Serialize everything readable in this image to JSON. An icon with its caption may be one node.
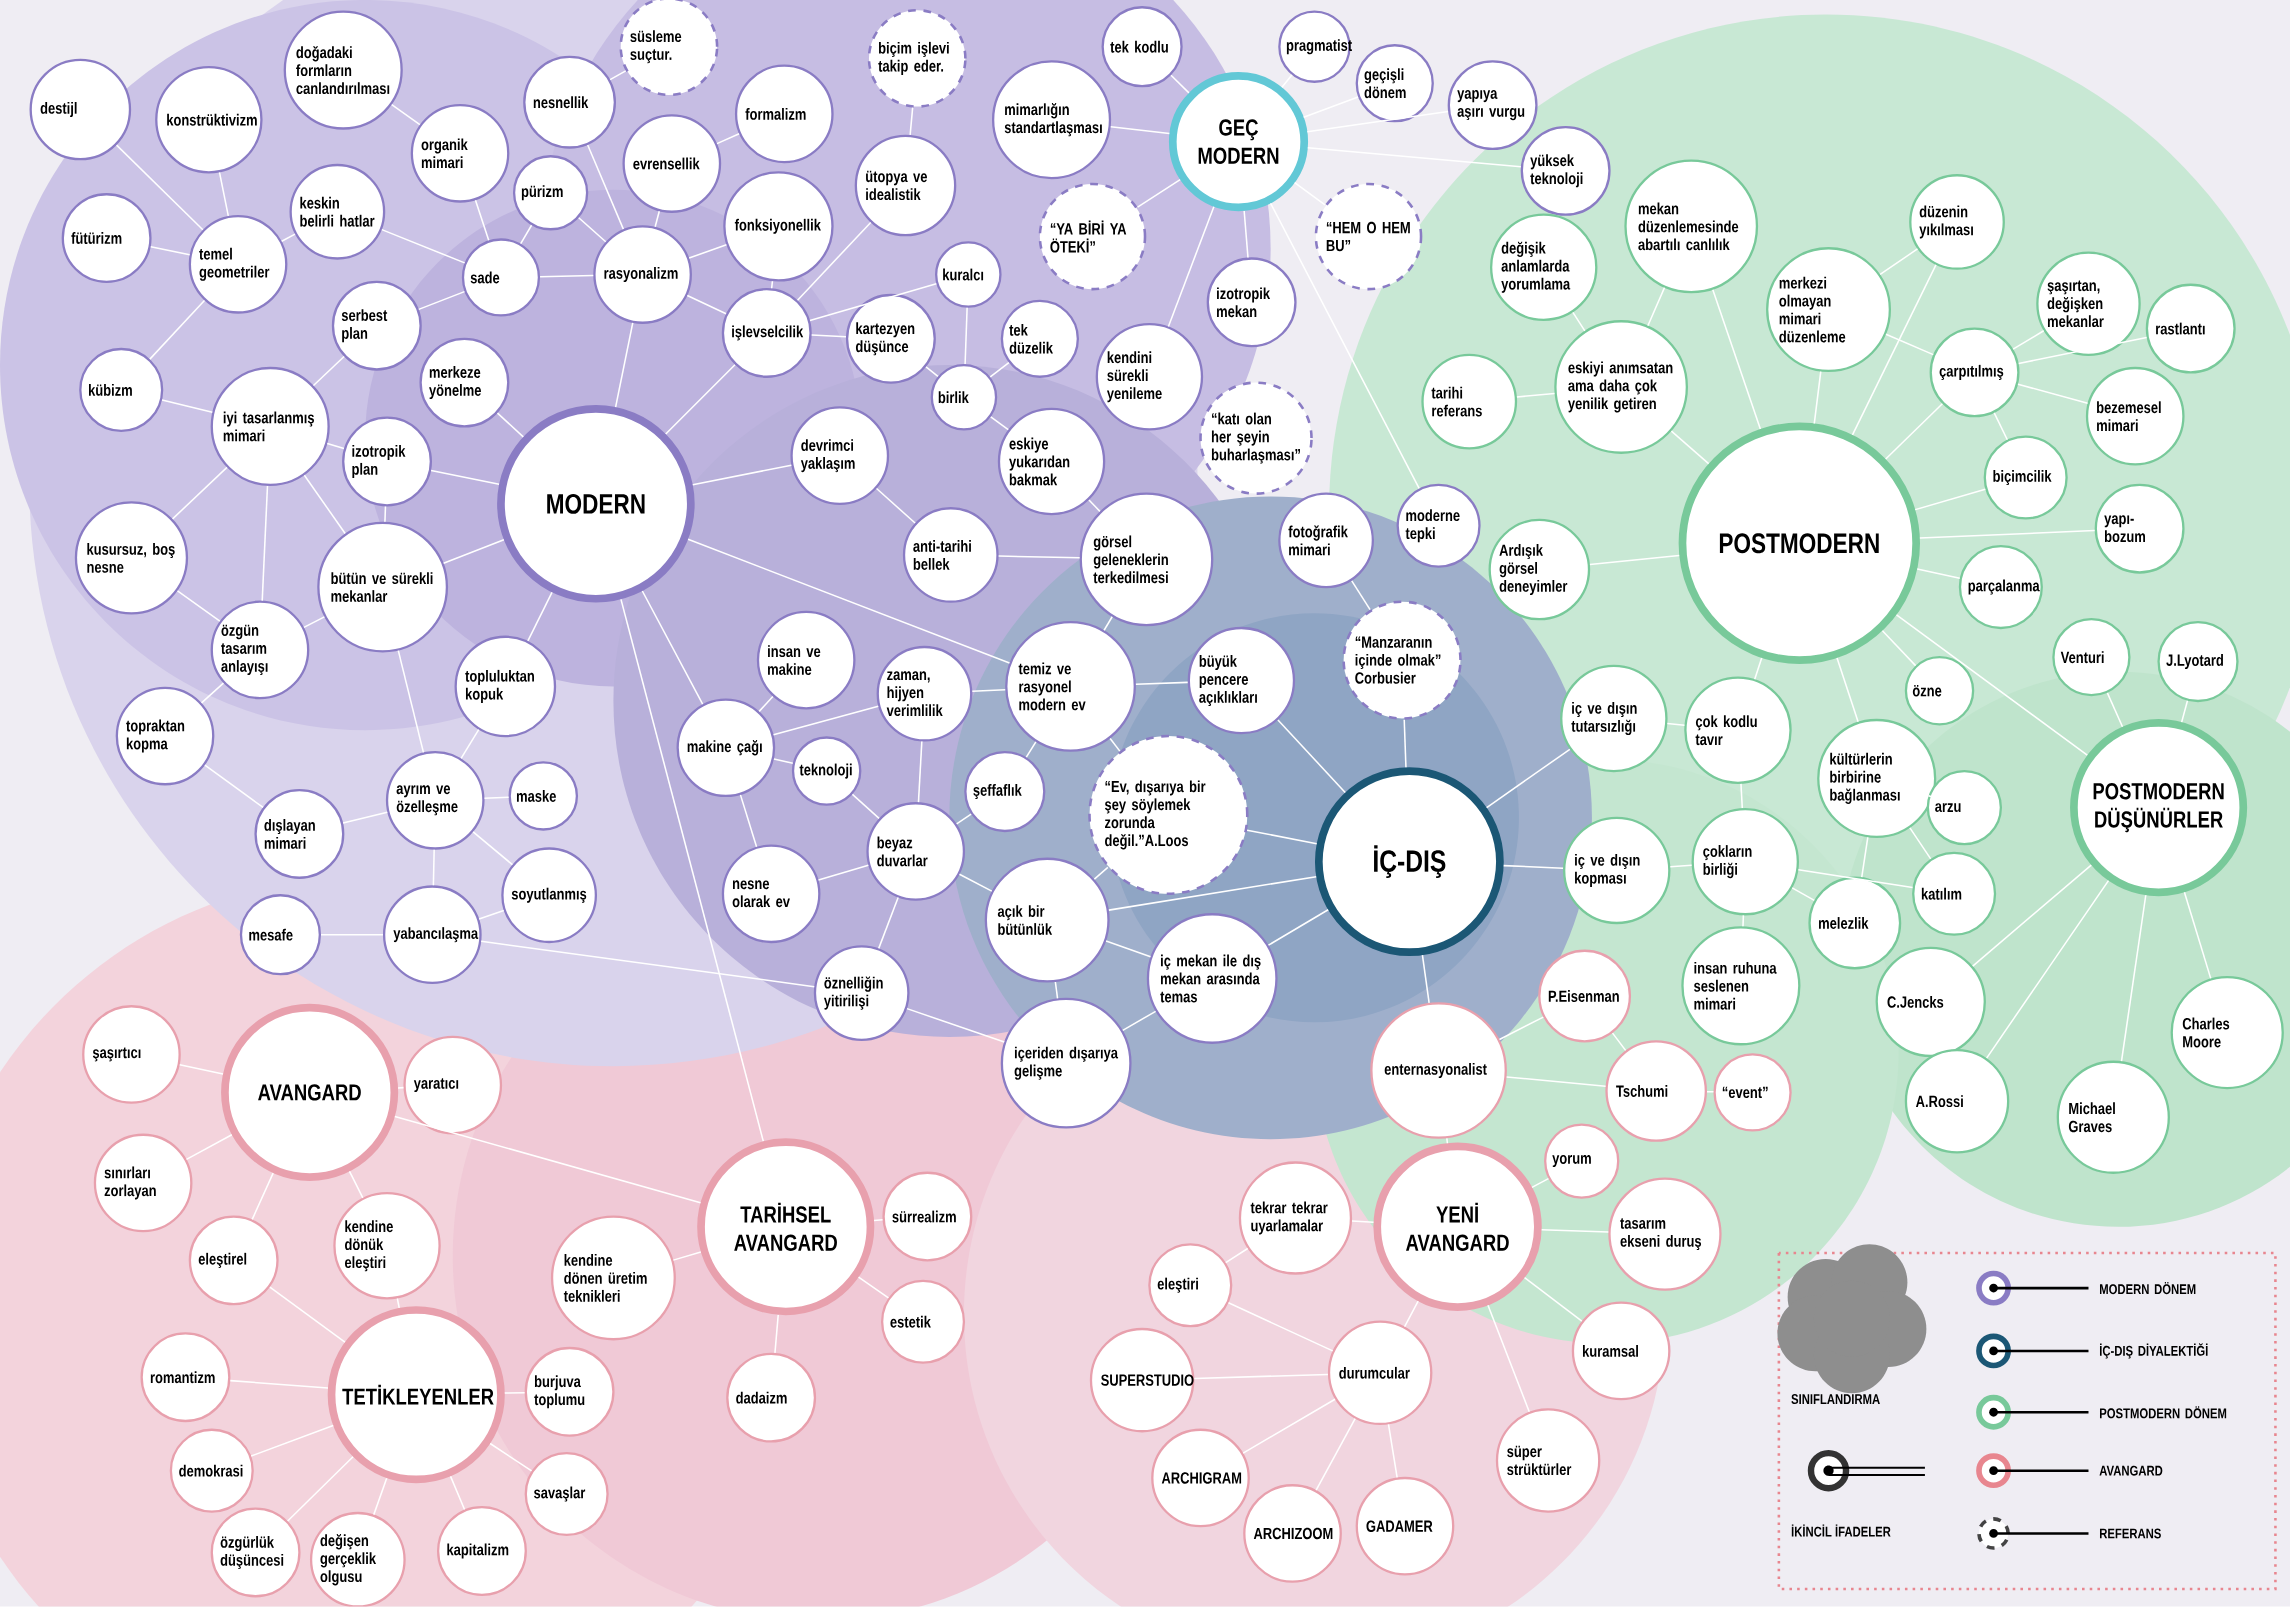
{
  "diagram": {
    "nodes": [
      {
        "text": [
          "MODERN"
        ]
      },
      {
        "text": [
          "POSTMODERN"
        ]
      },
      {
        "text": [
          "GEÇ MODERN"
        ]
      },
      {
        "text": [
          "İÇ-DIŞ"
        ]
      },
      {
        "text": [
          "POSTMODERN DÜŞÜNÜRLER"
        ]
      },
      {
        "text": [
          "AVANGARD"
        ]
      },
      {
        "text": [
          "TARİHSEL AVANGARD"
        ]
      },
      {
        "text": [
          "TETİKLEYENLER"
        ]
      },
      {
        "text": [
          "YENİ AVANGARD"
        ]
      },
      {
        "text": [
          "destijl"
        ]
      },
      {
        "text": [
          "konstrüktivizm"
        ]
      },
      {
        "text": [
          "doğadaki formların canlandırılması"
        ]
      },
      {
        "text": [
          "süsleme suçtur."
        ]
      },
      {
        "text": [
          "biçim işlevi takip eder."
        ]
      },
      {
        "text": [
          "tek kodlu"
        ]
      },
      {
        "text": [
          "pragmatist"
        ]
      },
      {
        "text": [
          "geçişli dönem"
        ]
      },
      {
        "text": [
          "yapıya aşırı vurgu"
        ]
      },
      {
        "text": [
          "yüksek teknoloji"
        ]
      },
      {
        "text": [
          "nesnellik"
        ]
      },
      {
        "text": [
          "organik mimari"
        ]
      },
      {
        "text": [
          "formalizm"
        ]
      },
      {
        "text": [
          "mimarlığın standartlaşması"
        ]
      },
      {
        "text": [
          "evrensellik"
        ]
      },
      {
        "text": [
          "ütopya ve idealistik"
        ]
      },
      {
        "text": [
          "pürizm"
        ]
      },
      {
        "text": [
          "fütürizm"
        ]
      },
      {
        "text": [
          "keskin belirli hatlar"
        ]
      },
      {
        "text": [
          "temel geometriler"
        ]
      },
      {
        "text": [
          "fonksiyonellik"
        ]
      },
      {
        "text": [
          "“YA BİRİ YA ÖTEKİ”"
        ]
      },
      {
        "text": [
          "“HEM O HEM BU”"
        ]
      },
      {
        "text": [
          "sade"
        ]
      },
      {
        "text": [
          "rasyonalizm"
        ]
      },
      {
        "text": [
          "kuralcı"
        ]
      },
      {
        "text": [
          "izotropik mekan"
        ]
      },
      {
        "text": [
          "serbest plan"
        ]
      },
      {
        "text": [
          "işlevselcilik"
        ]
      },
      {
        "text": [
          "kartezyen düşünce"
        ]
      },
      {
        "text": [
          "tek düzelik"
        ]
      },
      {
        "text": [
          "merkeze yönelme"
        ]
      },
      {
        "text": [
          "kübizm"
        ]
      },
      {
        "text": [
          "iyi tasarlanmış mimari"
        ]
      },
      {
        "text": [
          "birlik"
        ]
      },
      {
        "text": [
          "kendini sürekli yenileme"
        ]
      },
      {
        "text": [
          "izotropik plan"
        ]
      },
      {
        "text": [
          "devrimci yaklaşım"
        ]
      },
      {
        "text": [
          "eskiye yukarıdan bakmak"
        ]
      },
      {
        "text": [
          "“katı olan her şeyin buharlaşması”"
        ]
      },
      {
        "text": [
          "kusursuz, boş nesne"
        ]
      },
      {
        "text": [
          "bütün ve sürekli mekanlar"
        ]
      },
      {
        "text": [
          "anti-tarihi bellek"
        ]
      },
      {
        "text": [
          "görsel geleneklerin terkedilmesi"
        ]
      },
      {
        "text": [
          "fotoğrafik mimari"
        ]
      },
      {
        "text": [
          "moderne tepki"
        ]
      },
      {
        "text": [
          "özgün tasarım anlayışı"
        ]
      },
      {
        "text": [
          "insan ve makine"
        ]
      },
      {
        "text": [
          "topluluktan kopuk"
        ]
      },
      {
        "text": [
          "zaman, hijyen verimlilik"
        ]
      },
      {
        "text": [
          "temiz ve rasyonel modern ev"
        ]
      },
      {
        "text": [
          "büyük pencere açıklıkları"
        ]
      },
      {
        "text": [
          "“Manzaranın içinde olmak” Corbusier"
        ]
      },
      {
        "text": [
          "topraktan kopma"
        ]
      },
      {
        "text": [
          "makine çağı"
        ]
      },
      {
        "text": [
          "teknoloji"
        ]
      },
      {
        "text": [
          "şeffaflık"
        ]
      },
      {
        "text": [
          "ayrım ve özelleşme"
        ]
      },
      {
        "text": [
          "maske"
        ]
      },
      {
        "text": [
          "“Ev, dışarıya bir şey söylemek zorunda değil.”A.Loos"
        ]
      },
      {
        "text": [
          "dışlayan mimari"
        ]
      },
      {
        "text": [
          "beyaz duvarlar"
        ]
      },
      {
        "text": [
          "nesne olarak ev"
        ]
      },
      {
        "text": [
          "soyutlanmış"
        ]
      },
      {
        "text": [
          "açık bir bütünlük"
        ]
      },
      {
        "text": [
          "mesafe"
        ]
      },
      {
        "text": [
          "yabancılaşma"
        ]
      },
      {
        "text": [
          "iç mekan ile dış mekan arasında temas"
        ]
      },
      {
        "text": [
          "öznelliğin yitirilişi"
        ]
      },
      {
        "text": [
          "içeriden dışarıya gelişme"
        ]
      },
      {
        "text": [
          "değişik anlamlarda yorumlama"
        ]
      },
      {
        "text": [
          "mekan düzenlemesinde abartılı canlılık"
        ]
      },
      {
        "text": [
          "düzenin yıkılması"
        ]
      },
      {
        "text": [
          "merkezi olmayan mimari düzenleme"
        ]
      },
      {
        "text": [
          "şaşırtan, değişken mekanlar"
        ]
      },
      {
        "text": [
          "rastlantı"
        ]
      },
      {
        "text": [
          "tarihi referans"
        ]
      },
      {
        "text": [
          "eskiyi anımsatan ama daha çok yenilik getiren"
        ]
      },
      {
        "text": [
          "çarpıtılmış"
        ]
      },
      {
        "text": [
          "bezemesel mimari"
        ]
      },
      {
        "text": [
          "biçimcilik"
        ]
      },
      {
        "text": [
          "yapı-bozum"
        ]
      },
      {
        "text": [
          "Ardışık görsel deneyimler"
        ]
      },
      {
        "text": [
          "parçalanma"
        ]
      },
      {
        "text": [
          "Venturi"
        ]
      },
      {
        "text": [
          "J.Lyotard"
        ]
      },
      {
        "text": [
          "özne"
        ]
      },
      {
        "text": [
          "iç ve dışın tutarsızlığı"
        ]
      },
      {
        "text": [
          "çok kodlu tavır"
        ]
      },
      {
        "text": [
          "kültürlerin birbirine bağlanması"
        ]
      },
      {
        "text": [
          "arzu"
        ]
      },
      {
        "text": [
          "iç ve dışın kopması"
        ]
      },
      {
        "text": [
          "çokların birliği"
        ]
      },
      {
        "text": [
          "katılım"
        ]
      },
      {
        "text": [
          "melezlik"
        ]
      },
      {
        "text": [
          "P.Eisenman"
        ]
      },
      {
        "text": [
          "insan ruhuna seslenen mimari"
        ]
      },
      {
        "text": [
          "C.Jencks"
        ]
      },
      {
        "text": [
          "Charles Moore"
        ]
      },
      {
        "text": [
          "enternasyonalist"
        ]
      },
      {
        "text": [
          "Tschumi"
        ]
      },
      {
        "text": [
          "“event”"
        ]
      },
      {
        "text": [
          "A.Rossi"
        ]
      },
      {
        "text": [
          "Michael Graves"
        ]
      },
      {
        "text": [
          "yorum"
        ]
      },
      {
        "text": [
          "tasarım ekseni duruş"
        ]
      },
      {
        "text": [
          "tekrar tekrar uyarlamalar"
        ]
      },
      {
        "text": [
          "eleştiri"
        ]
      },
      {
        "text": [
          "kuramsal"
        ]
      },
      {
        "text": [
          "SUPERSTUDIO"
        ]
      },
      {
        "text": [
          "durumcular"
        ]
      },
      {
        "text": [
          "süper strüktürler"
        ]
      },
      {
        "text": [
          "ARCHIGRAM"
        ]
      },
      {
        "text": [
          "ARCHIZOOM"
        ]
      },
      {
        "text": [
          "GADAMER"
        ]
      },
      {
        "text": [
          "şaşırtıcı"
        ]
      },
      {
        "text": [
          "yaratıcı"
        ]
      },
      {
        "text": [
          "sınırları zorlayan"
        ]
      },
      {
        "text": [
          "kendine dönük eleştiri"
        ]
      },
      {
        "text": [
          "eleştirel"
        ]
      },
      {
        "text": [
          "sürrealizm"
        ]
      },
      {
        "text": [
          "kendine dönen üretim teknikleri"
        ]
      },
      {
        "text": [
          "estetik"
        ]
      },
      {
        "text": [
          "romantizm"
        ]
      },
      {
        "text": [
          "burjuva toplumu"
        ]
      },
      {
        "text": [
          "dadaizm"
        ]
      },
      {
        "text": [
          "demokrasi"
        ]
      },
      {
        "text": [
          "savaşlar"
        ]
      },
      {
        "text": [
          "kapitalizm"
        ]
      },
      {
        "text": [
          "özgürlük düşüncesi"
        ]
      },
      {
        "text": [
          "değişen gerçeklik olgusu"
        ]
      }
    ],
    "edges": [
      {
        "from": 0,
        "to": 33,
        "arrow": "none"
      },
      {
        "from": 0,
        "to": 40,
        "arrow": "none"
      },
      {
        "from": 0,
        "to": 45,
        "arrow": "none"
      },
      {
        "from": 0,
        "to": 50,
        "arrow": "none"
      },
      {
        "from": 0,
        "to": 57,
        "arrow": "none"
      },
      {
        "from": 0,
        "to": 63,
        "arrow": "none"
      },
      {
        "from": 0,
        "to": 59,
        "arrow": "none"
      },
      {
        "from": 0,
        "to": 37,
        "arrow": "none"
      },
      {
        "from": 0,
        "to": 46,
        "arrow": "none"
      },
      {
        "from": 0,
        "to": 6,
        "arrow": "none"
      },
      {
        "from": 59,
        "to": 68,
        "arrow": "none"
      },
      {
        "from": 3,
        "to": 68,
        "arrow": "none"
      },
      {
        "from": 3,
        "to": 60,
        "arrow": "none"
      },
      {
        "from": 3,
        "to": 61,
        "arrow": "none"
      },
      {
        "from": 3,
        "to": 73,
        "arrow": "none"
      },
      {
        "from": 3,
        "to": 76,
        "arrow": "none"
      },
      {
        "from": 76,
        "to": 78,
        "arrow": "none"
      },
      {
        "from": 3,
        "to": 96,
        "arrow": "none"
      },
      {
        "from": 3,
        "to": 100,
        "arrow": "none"
      },
      {
        "from": 3,
        "to": 108,
        "arrow": "none"
      },
      {
        "from": 61,
        "to": 53,
        "arrow": "none"
      },
      {
        "from": 1,
        "to": 82,
        "arrow": "none"
      },
      {
        "from": 1,
        "to": 87,
        "arrow": "none"
      },
      {
        "from": 1,
        "to": 89,
        "arrow": "none"
      },
      {
        "from": 1,
        "to": 92,
        "arrow": "none"
      },
      {
        "from": 1,
        "to": 90,
        "arrow": "none"
      },
      {
        "from": 1,
        "to": 86,
        "arrow": "none"
      },
      {
        "from": 1,
        "to": 91,
        "arrow": "none"
      },
      {
        "from": 1,
        "to": 97,
        "arrow": "none"
      },
      {
        "from": 1,
        "to": 98,
        "arrow": "none"
      },
      {
        "from": 98,
        "to": 103,
        "arrow": "none"
      },
      {
        "from": 1,
        "to": 4,
        "arrow": "none"
      },
      {
        "from": 1,
        "to": 80,
        "arrow": "none"
      },
      {
        "from": 1,
        "to": 81,
        "arrow": "none"
      },
      {
        "from": 1,
        "to": 95,
        "arrow": "none"
      },
      {
        "from": 4,
        "to": 93,
        "arrow": "none"
      },
      {
        "from": 4,
        "to": 94,
        "arrow": "none"
      },
      {
        "from": 4,
        "to": 106,
        "arrow": "none"
      },
      {
        "from": 4,
        "to": 107,
        "arrow": "none"
      },
      {
        "from": 4,
        "to": 111,
        "arrow": "none"
      },
      {
        "from": 4,
        "to": 112,
        "arrow": "none"
      },
      {
        "from": 104,
        "to": 108,
        "arrow": "none"
      },
      {
        "from": 104,
        "to": 109,
        "arrow": "none"
      },
      {
        "from": 2,
        "to": 14,
        "arrow": "none"
      },
      {
        "from": 2,
        "to": 15,
        "arrow": "none"
      },
      {
        "from": 2,
        "to": 16,
        "arrow": "none"
      },
      {
        "from": 2,
        "to": 17,
        "arrow": "none"
      },
      {
        "from": 2,
        "to": 18,
        "arrow": "none"
      },
      {
        "from": 2,
        "to": 22,
        "arrow": "none"
      },
      {
        "from": 2,
        "to": 35,
        "arrow": "none"
      },
      {
        "from": 2,
        "to": 44,
        "arrow": "none"
      },
      {
        "from": 2,
        "to": 31,
        "arrow": "none"
      },
      {
        "from": 2,
        "to": 54,
        "arrow": "none"
      },
      {
        "from": 2,
        "to": 30,
        "arrow": "none"
      },
      {
        "from": 8,
        "to": 108,
        "arrow": "none"
      },
      {
        "from": 8,
        "to": 113,
        "arrow": "none"
      },
      {
        "from": 8,
        "to": 114,
        "arrow": "none"
      },
      {
        "from": 8,
        "to": 117,
        "arrow": "none"
      },
      {
        "from": 8,
        "to": 120,
        "arrow": "none"
      },
      {
        "from": 8,
        "to": 119,
        "arrow": "none"
      },
      {
        "from": 8,
        "to": 115,
        "arrow": "none"
      },
      {
        "from": 115,
        "to": 116,
        "arrow": "none"
      },
      {
        "from": 119,
        "to": 118,
        "arrow": "none"
      },
      {
        "from": 119,
        "to": 121,
        "arrow": "none"
      },
      {
        "from": 119,
        "to": 122,
        "arrow": "none"
      },
      {
        "from": 119,
        "to": 123,
        "arrow": "none"
      },
      {
        "from": 119,
        "to": 116,
        "arrow": "none"
      },
      {
        "from": 109,
        "to": 110,
        "arrow": "none"
      },
      {
        "from": 109,
        "to": 108,
        "arrow": "none"
      },
      {
        "from": 5,
        "to": 124,
        "arrow": "none"
      },
      {
        "from": 5,
        "to": 125,
        "arrow": "none"
      },
      {
        "from": 5,
        "to": 126,
        "arrow": "none"
      },
      {
        "from": 5,
        "to": 128,
        "arrow": "none"
      },
      {
        "from": 5,
        "to": 127,
        "arrow": "none"
      },
      {
        "from": 5,
        "to": 6,
        "arrow": "none"
      },
      {
        "from": 6,
        "to": 129,
        "arrow": "none"
      },
      {
        "from": 6,
        "to": 131,
        "arrow": "none"
      },
      {
        "from": 6,
        "to": 134,
        "arrow": "none"
      },
      {
        "from": 6,
        "to": 130,
        "arrow": "none"
      },
      {
        "from": 7,
        "to": 132,
        "arrow": "none"
      },
      {
        "from": 7,
        "to": 133,
        "arrow": "none"
      },
      {
        "from": 7,
        "to": 135,
        "arrow": "none"
      },
      {
        "from": 7,
        "to": 136,
        "arrow": "none"
      },
      {
        "from": 7,
        "to": 137,
        "arrow": "none"
      },
      {
        "from": 7,
        "to": 138,
        "arrow": "none"
      },
      {
        "from": 7,
        "to": 139,
        "arrow": "none"
      },
      {
        "from": 7,
        "to": 128,
        "arrow": "none"
      },
      {
        "from": 7,
        "to": 127,
        "arrow": "none"
      },
      {
        "from": 28,
        "to": 9,
        "arrow": "none"
      },
      {
        "from": 28,
        "to": 10,
        "arrow": "none"
      },
      {
        "from": 28,
        "to": 26,
        "arrow": "none"
      },
      {
        "from": 28,
        "to": 41,
        "arrow": "none"
      },
      {
        "from": 28,
        "to": 27,
        "arrow": "none"
      },
      {
        "from": 20,
        "to": 11,
        "arrow": "none"
      },
      {
        "from": 33,
        "to": 32,
        "arrow": "none"
      },
      {
        "from": 33,
        "to": 25,
        "arrow": "none"
      },
      {
        "from": 33,
        "to": 19,
        "arrow": "none"
      },
      {
        "from": 33,
        "to": 23,
        "arrow": "none"
      },
      {
        "from": 33,
        "to": 29,
        "arrow": "none"
      },
      {
        "from": 33,
        "to": 37,
        "arrow": "none"
      },
      {
        "from": 23,
        "to": 21,
        "arrow": "none"
      },
      {
        "from": 19,
        "to": 12,
        "arrow": "none"
      },
      {
        "from": 37,
        "to": 29,
        "arrow": "none"
      },
      {
        "from": 24,
        "to": 13,
        "arrow": "none"
      },
      {
        "from": 37,
        "to": 38,
        "arrow": "none"
      },
      {
        "from": 37,
        "to": 34,
        "arrow": "none"
      },
      {
        "from": 37,
        "to": 24,
        "arrow": "none"
      },
      {
        "from": 43,
        "to": 38,
        "arrow": "none"
      },
      {
        "from": 43,
        "to": 39,
        "arrow": "none"
      },
      {
        "from": 43,
        "to": 34,
        "arrow": "none"
      },
      {
        "from": 43,
        "to": 47,
        "arrow": "none"
      },
      {
        "from": 32,
        "to": 36,
        "arrow": "none"
      },
      {
        "from": 32,
        "to": 25,
        "arrow": "none"
      },
      {
        "from": 32,
        "to": 20,
        "arrow": "none"
      },
      {
        "from": 32,
        "to": 27,
        "arrow": "none"
      },
      {
        "from": 42,
        "to": 41,
        "arrow": "none"
      },
      {
        "from": 42,
        "to": 49,
        "arrow": "none"
      },
      {
        "from": 42,
        "to": 50,
        "arrow": "none"
      },
      {
        "from": 42,
        "to": 55,
        "arrow": "none"
      },
      {
        "from": 42,
        "to": 45,
        "arrow": "none"
      },
      {
        "from": 42,
        "to": 36,
        "arrow": "none"
      },
      {
        "from": 50,
        "to": 45,
        "arrow": "none"
      },
      {
        "from": 50,
        "to": 55,
        "arrow": "none"
      },
      {
        "from": 50,
        "to": 66,
        "arrow": "none"
      },
      {
        "from": 66,
        "to": 69,
        "arrow": "none"
      },
      {
        "from": 66,
        "to": 75,
        "arrow": "none"
      },
      {
        "from": 66,
        "to": 57,
        "arrow": "none"
      },
      {
        "from": 66,
        "to": 67,
        "arrow": "none"
      },
      {
        "from": 66,
        "to": 72,
        "arrow": "none"
      },
      {
        "from": 75,
        "to": 72,
        "arrow": "none"
      },
      {
        "from": 75,
        "to": 74,
        "arrow": "none"
      },
      {
        "from": 75,
        "to": 77,
        "arrow": "none"
      },
      {
        "from": 55,
        "to": 62,
        "arrow": "none"
      },
      {
        "from": 55,
        "to": 49,
        "arrow": "none"
      },
      {
        "from": 62,
        "to": 69,
        "arrow": "none"
      },
      {
        "from": 63,
        "to": 56,
        "arrow": "none"
      },
      {
        "from": 63,
        "to": 64,
        "arrow": "none"
      },
      {
        "from": 63,
        "to": 71,
        "arrow": "none"
      },
      {
        "from": 63,
        "to": 58,
        "arrow": "none"
      },
      {
        "from": 70,
        "to": 65,
        "arrow": "none"
      },
      {
        "from": 70,
        "to": 58,
        "arrow": "none"
      },
      {
        "from": 70,
        "to": 71,
        "arrow": "none"
      },
      {
        "from": 70,
        "to": 73,
        "arrow": "none"
      },
      {
        "from": 70,
        "to": 77,
        "arrow": "none"
      },
      {
        "from": 70,
        "to": 64,
        "arrow": "none"
      },
      {
        "from": 59,
        "to": 58,
        "arrow": "none"
      },
      {
        "from": 59,
        "to": 65,
        "arrow": "none"
      },
      {
        "from": 59,
        "to": 52,
        "arrow": "none"
      },
      {
        "from": 59,
        "to": 60,
        "arrow": "none"
      },
      {
        "from": 52,
        "to": 51,
        "arrow": "none"
      },
      {
        "from": 52,
        "to": 47,
        "arrow": "none"
      },
      {
        "from": 46,
        "to": 51,
        "arrow": "none"
      },
      {
        "from": 73,
        "to": 76,
        "arrow": "none"
      },
      {
        "from": 73,
        "to": 78,
        "arrow": "none"
      },
      {
        "from": 73,
        "to": 68,
        "arrow": "none"
      },
      {
        "from": 77,
        "to": 78,
        "arrow": "none"
      },
      {
        "from": 86,
        "to": 85,
        "arrow": "none"
      },
      {
        "from": 86,
        "to": 79,
        "arrow": "none"
      },
      {
        "from": 86,
        "to": 80,
        "arrow": "none"
      },
      {
        "from": 82,
        "to": 81,
        "arrow": "none"
      },
      {
        "from": 82,
        "to": 87,
        "arrow": "none"
      },
      {
        "from": 87,
        "to": 83,
        "arrow": "none"
      },
      {
        "from": 87,
        "to": 84,
        "arrow": "none"
      },
      {
        "from": 87,
        "to": 88,
        "arrow": "none"
      },
      {
        "from": 87,
        "to": 89,
        "arrow": "none"
      },
      {
        "from": 97,
        "to": 96,
        "arrow": "none"
      },
      {
        "from": 97,
        "to": 101,
        "arrow": "none"
      },
      {
        "from": 101,
        "to": 105,
        "arrow": "none"
      },
      {
        "from": 101,
        "to": 102,
        "arrow": "none"
      },
      {
        "from": 101,
        "to": 103,
        "arrow": "none"
      },
      {
        "from": 101,
        "to": 100,
        "arrow": "none"
      },
      {
        "from": 98,
        "to": 99,
        "arrow": "none"
      },
      {
        "from": 98,
        "to": 102,
        "arrow": "none"
      }
    ],
    "legend": [
      {
        "text": "MODERN DÖNEM",
        "color": "#8a7cc4"
      },
      {
        "text": "İÇ-DIŞ DİYALEKTİĞİ",
        "color": "#1b5775"
      },
      {
        "text": "POSTMODERN DÖNEM",
        "color": "#78c99a"
      },
      {
        "text": "AVANGARD",
        "color": "#e8868f"
      },
      {
        "text": "REFERANS"
      },
      {
        "text": "SINIFLANDIRMA"
      },
      {
        "text": "İKİNCİL İFADELER"
      }
    ]
  }
}
